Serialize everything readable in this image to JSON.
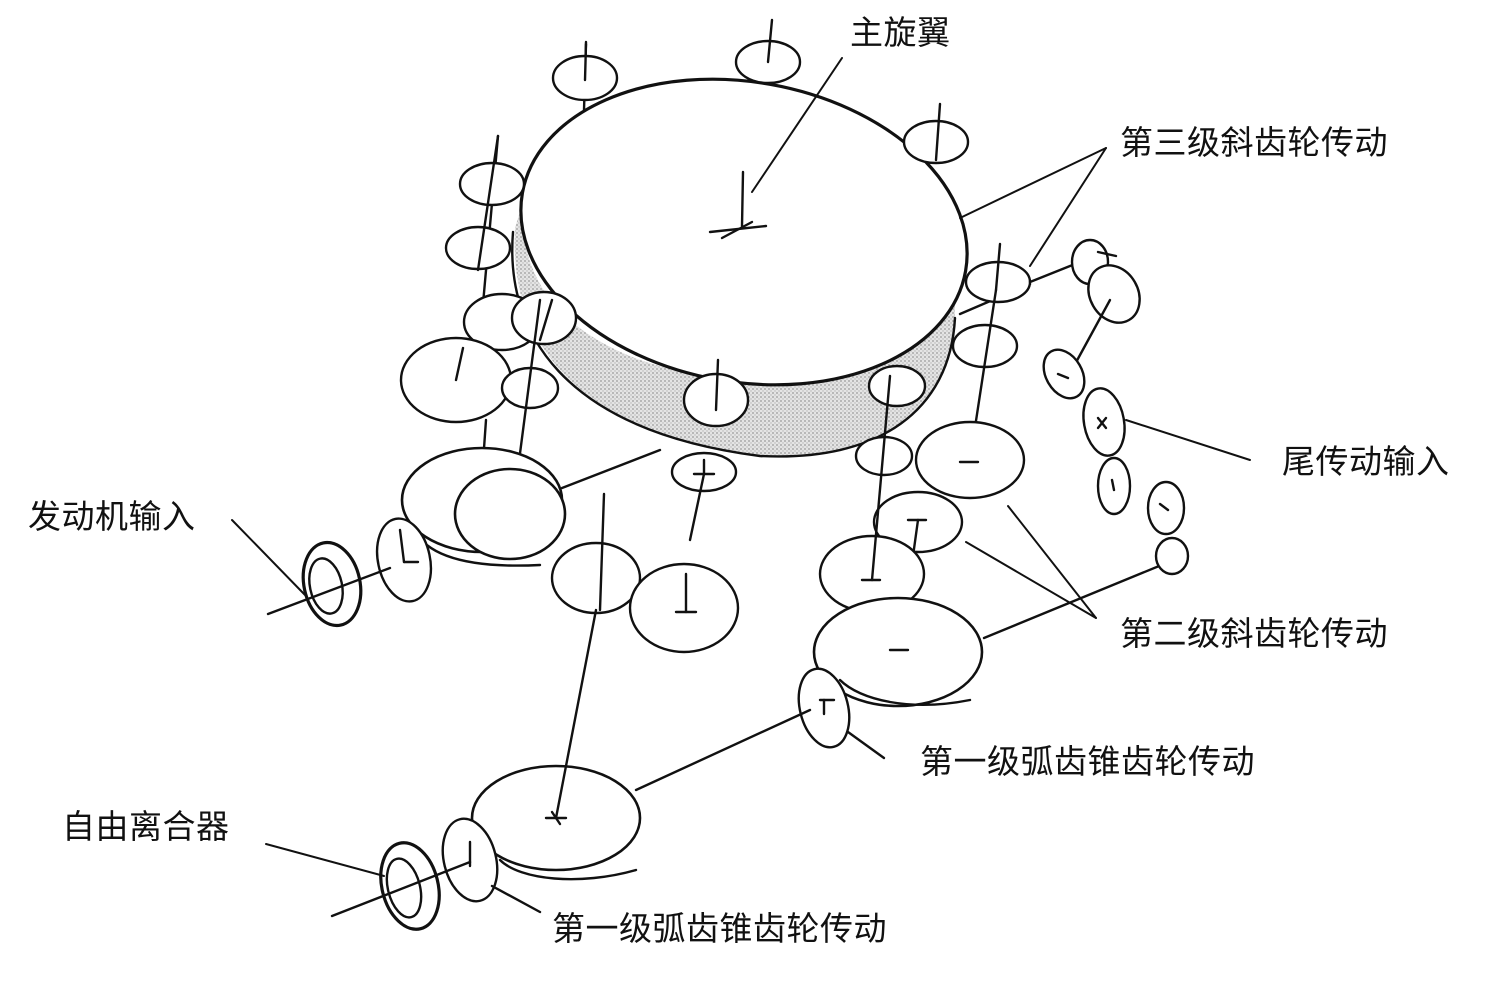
{
  "labels": {
    "main_rotor": "主旋翼",
    "stage3_helical": "第三级斜齿轮传动",
    "tail_drive_input": "尾传动输入",
    "engine_input": "发动机输入",
    "stage2_helical": "第二级斜齿轮传动",
    "stage1_spiral_bevel_right": "第一级弧齿锥齿轮传动",
    "free_clutch": "自由离合器",
    "stage1_spiral_bevel_bottom": "第一级弧齿锥齿轮传动"
  },
  "colors": {
    "ink": "#111111",
    "background": "#ffffff",
    "ring_shade": "#cfcfcf"
  }
}
